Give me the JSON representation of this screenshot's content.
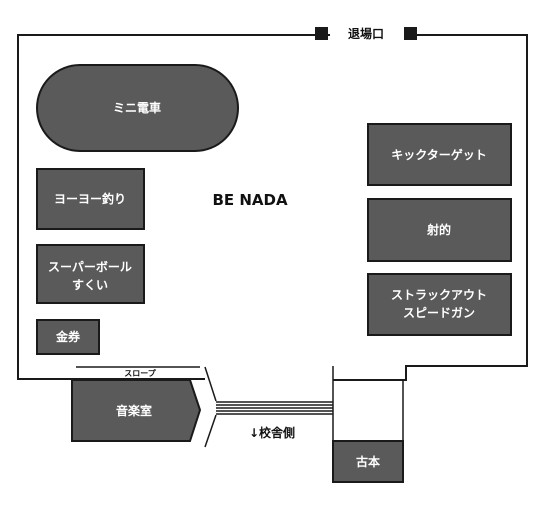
{
  "map": {
    "title": "BE NADA",
    "exit": "退場口",
    "slope": "スロープ",
    "school_direction": "↓校舎側"
  },
  "booths": {
    "mini_train": "ミニ電車",
    "yoyo": "ヨーヨー釣り",
    "superball_1": "スーパーボール",
    "superball_2": "すくい",
    "tickets": "金券",
    "music_room": "音楽室",
    "kick_target": "キックターゲット",
    "shooting": "射的",
    "strikeout_1": "ストラックアウト",
    "strikeout_2": "スピードガン",
    "used_books": "古本"
  },
  "colors": {
    "booth_fill": "#5a5a5a",
    "booth_stroke": "#1a1a1a",
    "wall": "#1a1a1a"
  }
}
